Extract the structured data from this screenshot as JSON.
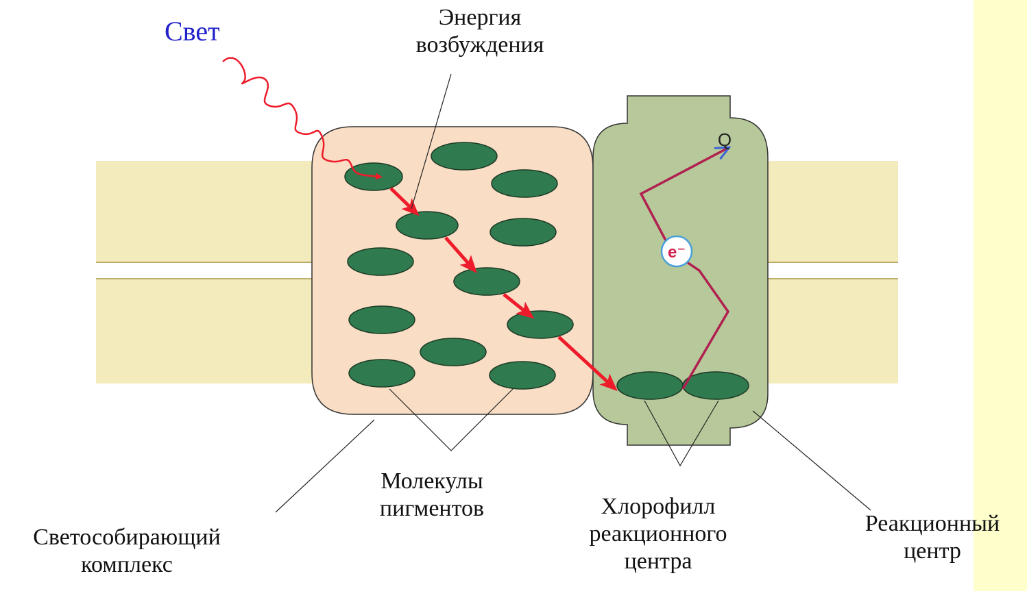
{
  "labels": {
    "light": "Свет",
    "excitation_energy": [
      "Энергия",
      "возбуждения"
    ],
    "pigment_molecules": [
      "Молекулы",
      "пигментов"
    ],
    "light_harvesting_complex": [
      "Светособирающий",
      "комплекс"
    ],
    "reaction_center_chlorophyll": [
      "Хлорофилл",
      "реакционного",
      "центра"
    ],
    "reaction_center": [
      "Реакционный",
      "центр"
    ],
    "electron": "e⁻",
    "acceptor": "Q"
  },
  "colors": {
    "membrane": "#f3ebbc",
    "harvesting_complex": "#f9ddc4",
    "reaction_center": "#b7c99a",
    "pigment": "#2f7a4f",
    "energy_arrow": "#ee1b2b",
    "electron_path": "#b02050",
    "light_label": "#2020cc",
    "sidebar": "#ffffcc"
  }
}
